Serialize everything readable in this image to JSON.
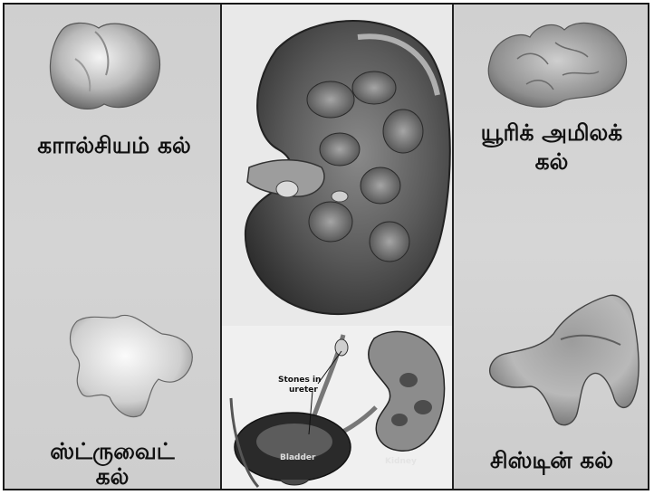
{
  "stones": {
    "calcium": "காால்சியம் கல்",
    "uric_line1": "யூரிக் அமிலக்",
    "uric_line2": "கல்",
    "struvite_line1": "ஸ்ட்ருவைட்",
    "struvite_line2": "கல்",
    "cystine": "சிஸ்டின் கல்"
  },
  "diagram": {
    "stones_in_ureter_line1": "Stones in",
    "stones_in_ureter_line2": "ureter",
    "bladder": "Bladder",
    "kidney": "Kidney"
  }
}
